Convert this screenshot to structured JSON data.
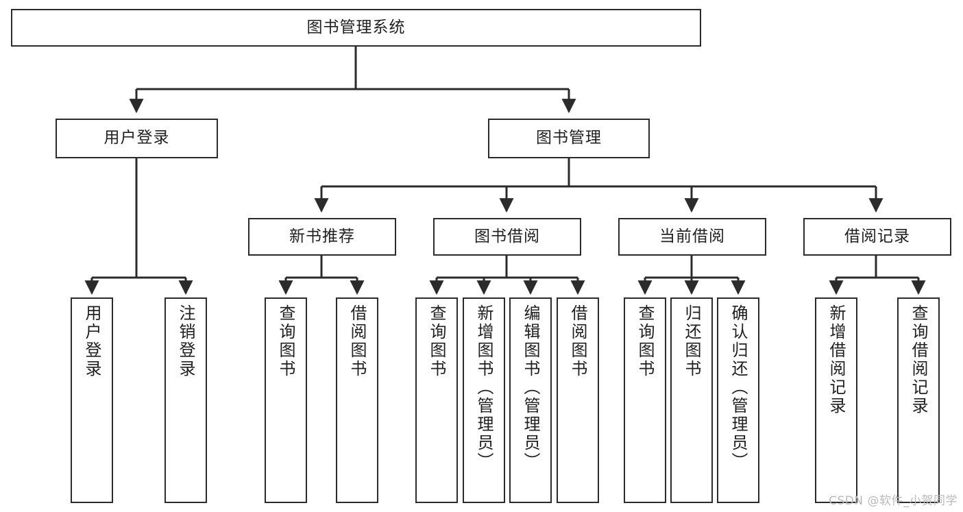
{
  "diagram": {
    "title": "图书管理系统",
    "watermark": "CSDN @软件_小贺同学",
    "colors": {
      "box_border": "#2b2b2b",
      "edge": "#2b2b2b",
      "background": "#ffffff",
      "text": "#1f1f1f",
      "watermark": "#b9b9b9"
    },
    "root": {
      "label": "图书管理系统"
    },
    "level1": [
      {
        "label": "用户登录"
      },
      {
        "label": "图书管理"
      }
    ],
    "level2": [
      {
        "label": "新书推荐"
      },
      {
        "label": "图书借阅"
      },
      {
        "label": "当前借阅"
      },
      {
        "label": "借阅记录"
      }
    ],
    "leaves": {
      "user_login": [
        {
          "label": "用户登录"
        },
        {
          "label": "注销登录"
        }
      ],
      "new_book_recommend": [
        {
          "label": "查询图书"
        },
        {
          "label": "借阅图书"
        }
      ],
      "book_borrow": [
        {
          "label": "查询图书"
        },
        {
          "label": "新增图书（管理员）"
        },
        {
          "label": "编辑图书（管理员）"
        },
        {
          "label": "借阅图书"
        }
      ],
      "current_borrow": [
        {
          "label": "查询图书"
        },
        {
          "label": "归还图书"
        },
        {
          "label": "确认归还（管理员）"
        }
      ],
      "borrow_records": [
        {
          "label": "新增借阅记录"
        },
        {
          "label": "查询借阅记录"
        }
      ]
    }
  }
}
